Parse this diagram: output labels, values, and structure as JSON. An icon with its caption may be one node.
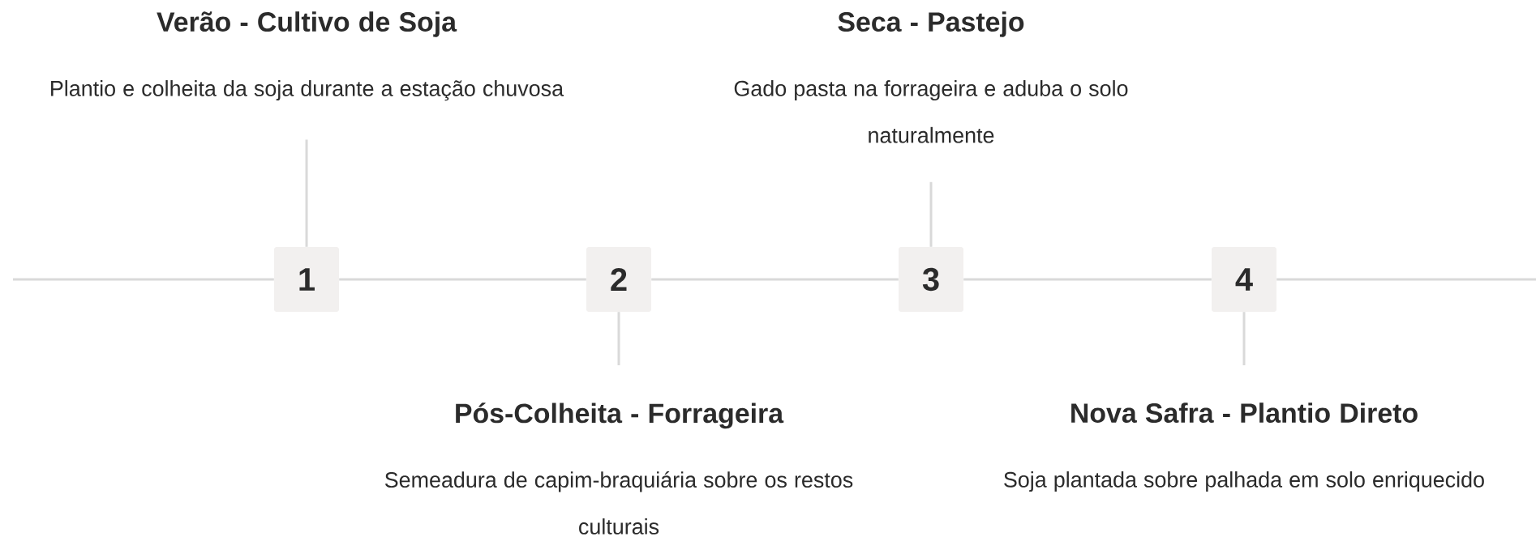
{
  "diagram": {
    "nodes": [
      {
        "text": [
          "Verão - Cultivo de Soja",
          "Plantio e colheita da soja durante a estação chuvosa"
        ]
      },
      {
        "text": [
          "1"
        ]
      },
      {
        "text": [
          "2"
        ]
      },
      {
        "text": [
          "Pós-Colheita - Forrageira",
          "Semeadura de capim-braquiária sobre os restos culturais"
        ]
      },
      {
        "text": [
          "Seca - Pastejo",
          "Gado pasta na forrageira e aduba o solo naturalmente"
        ]
      },
      {
        "text": [
          "3"
        ]
      },
      {
        "text": [
          "4"
        ]
      },
      {
        "text": [
          "Nova Safra - Plantio Direto",
          "Soja plantada sobre palhada em solo enriquecido"
        ]
      }
    ],
    "edges": [
      {
        "from": null,
        "to": 1,
        "arrow": "none"
      },
      {
        "from": 1,
        "to": 2,
        "arrow": "none"
      },
      {
        "from": 2,
        "to": 5,
        "arrow": "none"
      },
      {
        "from": 5,
        "to": 6,
        "arrow": "none"
      },
      {
        "from": 6,
        "to": null,
        "arrow": "none"
      },
      {
        "from": 0,
        "to": 1,
        "arrow": "none"
      },
      {
        "from": 2,
        "to": 3,
        "arrow": "none"
      },
      {
        "from": 4,
        "to": 5,
        "arrow": "none"
      },
      {
        "from": 6,
        "to": 7,
        "arrow": "none"
      }
    ]
  }
}
